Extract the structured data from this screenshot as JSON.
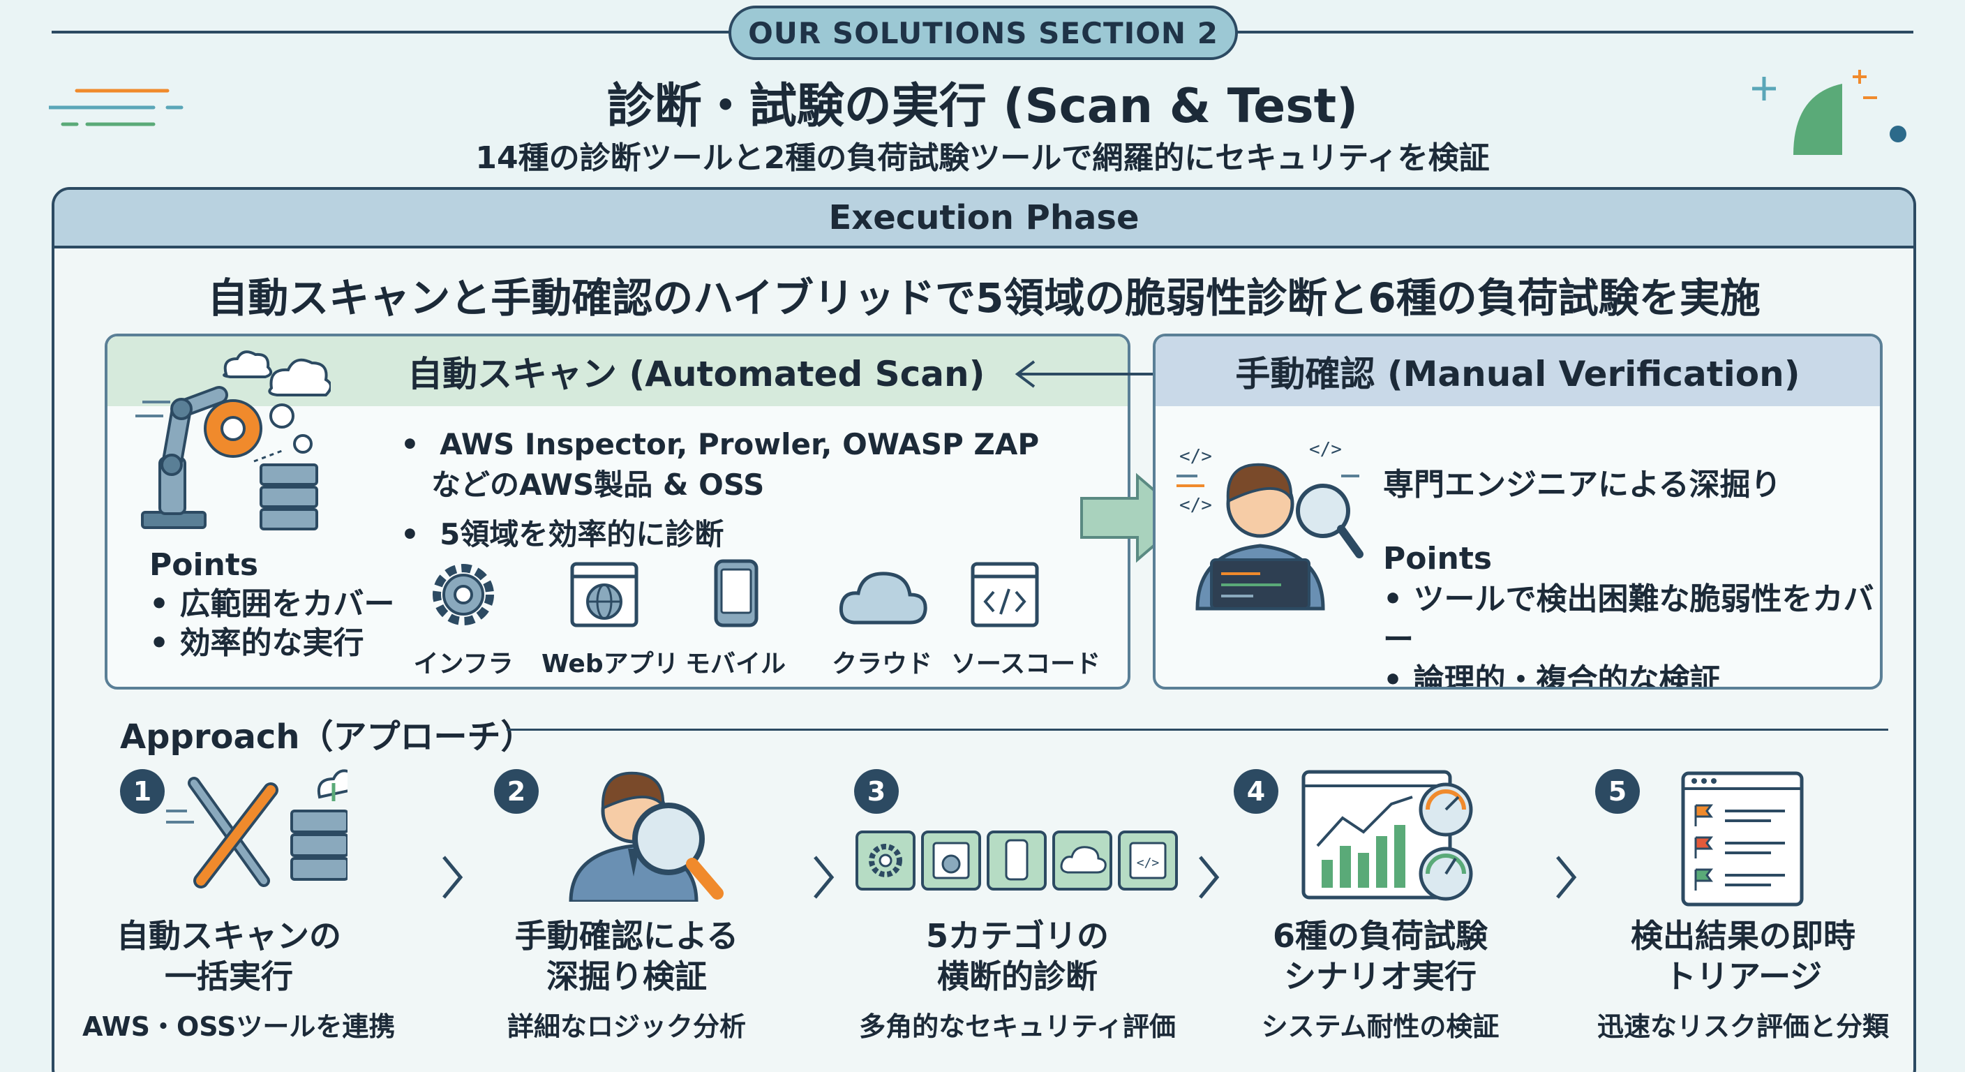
{
  "header": {
    "badge": "OUR SOLUTIONS SECTION 2",
    "title": "診断・試験の実行 (Scan & Test)",
    "subtitle": "14種の診断ツールと2種の負荷試験ツールで網羅的にセキュリティを検証"
  },
  "phase": {
    "label": "Execution Phase",
    "headline": "自動スキャンと手動確認のハイブリッドで5領域の脆弱性診断と6種の負荷試験を実施"
  },
  "automated": {
    "title": "自動スキャン (Automated Scan)",
    "bullet1_line1": "AWS Inspector, Prowler, OWASP ZAP",
    "bullet1_line2": "などのAWS製品 & OSS",
    "bullet2": "5領域を効率的に診断",
    "points_title": "Points",
    "points": [
      "• 広範囲をカバー",
      "• 効率的な実行"
    ],
    "categories": [
      "インフラ",
      "Webアプリ",
      "モバイル",
      "クラウド",
      "ソースコード"
    ]
  },
  "manual": {
    "title": "手動確認 (Manual Verification)",
    "desc": "専門エンジニアによる深掘り",
    "points_title": "Points",
    "points": [
      "• ツールで検出困難な脆弱性をカバー",
      "• 論理的・複合的な検証"
    ]
  },
  "approach": {
    "title": "Approach（アプローチ）",
    "steps": [
      {
        "num": "1",
        "title1": "自動スキャンの",
        "title2": "一括実行",
        "desc": "AWS・OSSツールを連携"
      },
      {
        "num": "2",
        "title1": "手動確認による",
        "title2": "深掘り検証",
        "desc": "詳細なロジック分析"
      },
      {
        "num": "3",
        "title1": "5カテゴリの",
        "title2": "横断的診断",
        "desc": "多角的なセキュリティ評価"
      },
      {
        "num": "4",
        "title1": "6種の負荷試験",
        "title2": "シナリオ実行",
        "desc": "システム耐性の検証"
      },
      {
        "num": "5",
        "title1": "検出結果の即時",
        "title2": "トリアージ",
        "desc": "迅速なリスク評価と分類"
      }
    ]
  },
  "colors": {
    "navy": "#2c4a62",
    "teal_light": "#d6eadc",
    "blue_light": "#c9d9e8",
    "orange": "#f08a2c",
    "green": "#5aaa78"
  }
}
